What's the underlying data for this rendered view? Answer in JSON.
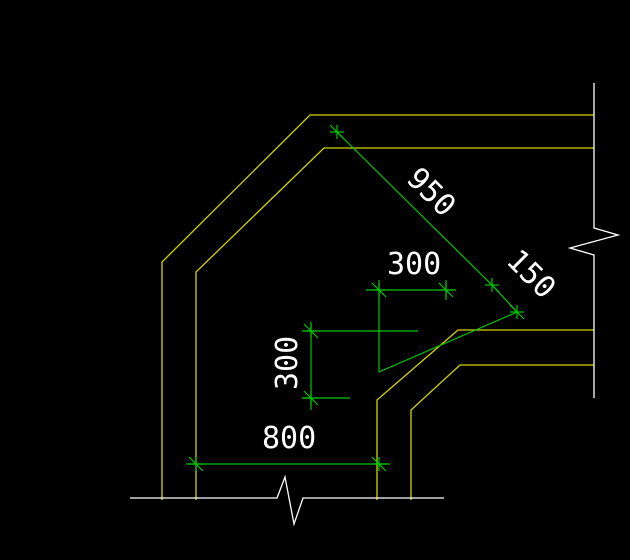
{
  "drawing": {
    "colors": {
      "background": "#000000",
      "wall_lines": "#d4d400",
      "dimension_lines": "#00c800",
      "break_lines": "#ffffff",
      "dimension_text": "#ffffff"
    },
    "dimensions": {
      "diagonal_length": "950",
      "diagonal_thickness": "150",
      "horizontal_offset": "300",
      "vertical_offset": "300",
      "bottom_width": "800"
    }
  }
}
